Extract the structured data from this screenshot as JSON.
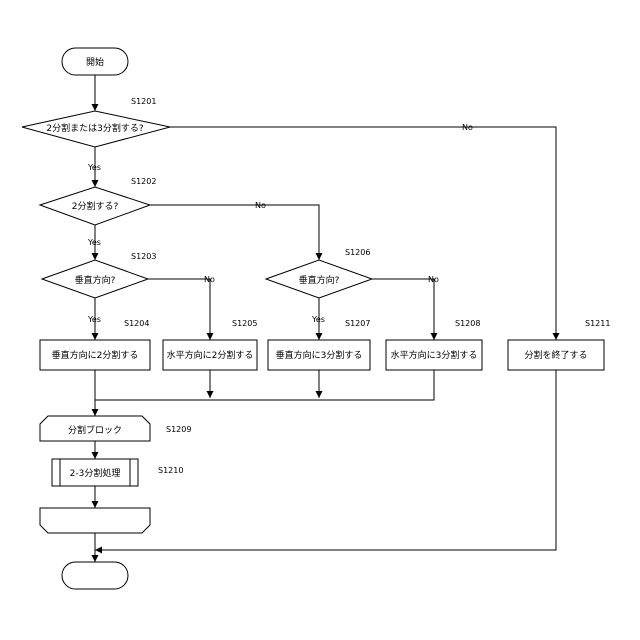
{
  "nodes": {
    "start": "開始",
    "d1": "2分割または3分割する?",
    "d2": "2分割する?",
    "d3": "垂直方向?",
    "d4": "垂直方向?",
    "p1": "垂直方向に2分割する",
    "p2": "水平方向に2分割する",
    "p3": "垂直方向に3分割する",
    "p4": "水平方向に3分割する",
    "p5": "分割を終了する",
    "loop_start": "分割ブロック",
    "sub": "2-3分割処理",
    "loop_end": "",
    "end": ""
  },
  "steps": {
    "s1201": "S1201",
    "s1202": "S1202",
    "s1203": "S1203",
    "s1204": "S1204",
    "s1205": "S1205",
    "s1206": "S1206",
    "s1207": "S1207",
    "s1208": "S1208",
    "s1209": "S1209",
    "s1210": "S1210",
    "s1211": "S1211"
  },
  "edges": {
    "yes1": "Yes",
    "no1": "No",
    "yes2": "Yes",
    "no2": "No",
    "yes3": "Yes",
    "no3": "No",
    "yes4": "Yes",
    "no4": "No"
  }
}
